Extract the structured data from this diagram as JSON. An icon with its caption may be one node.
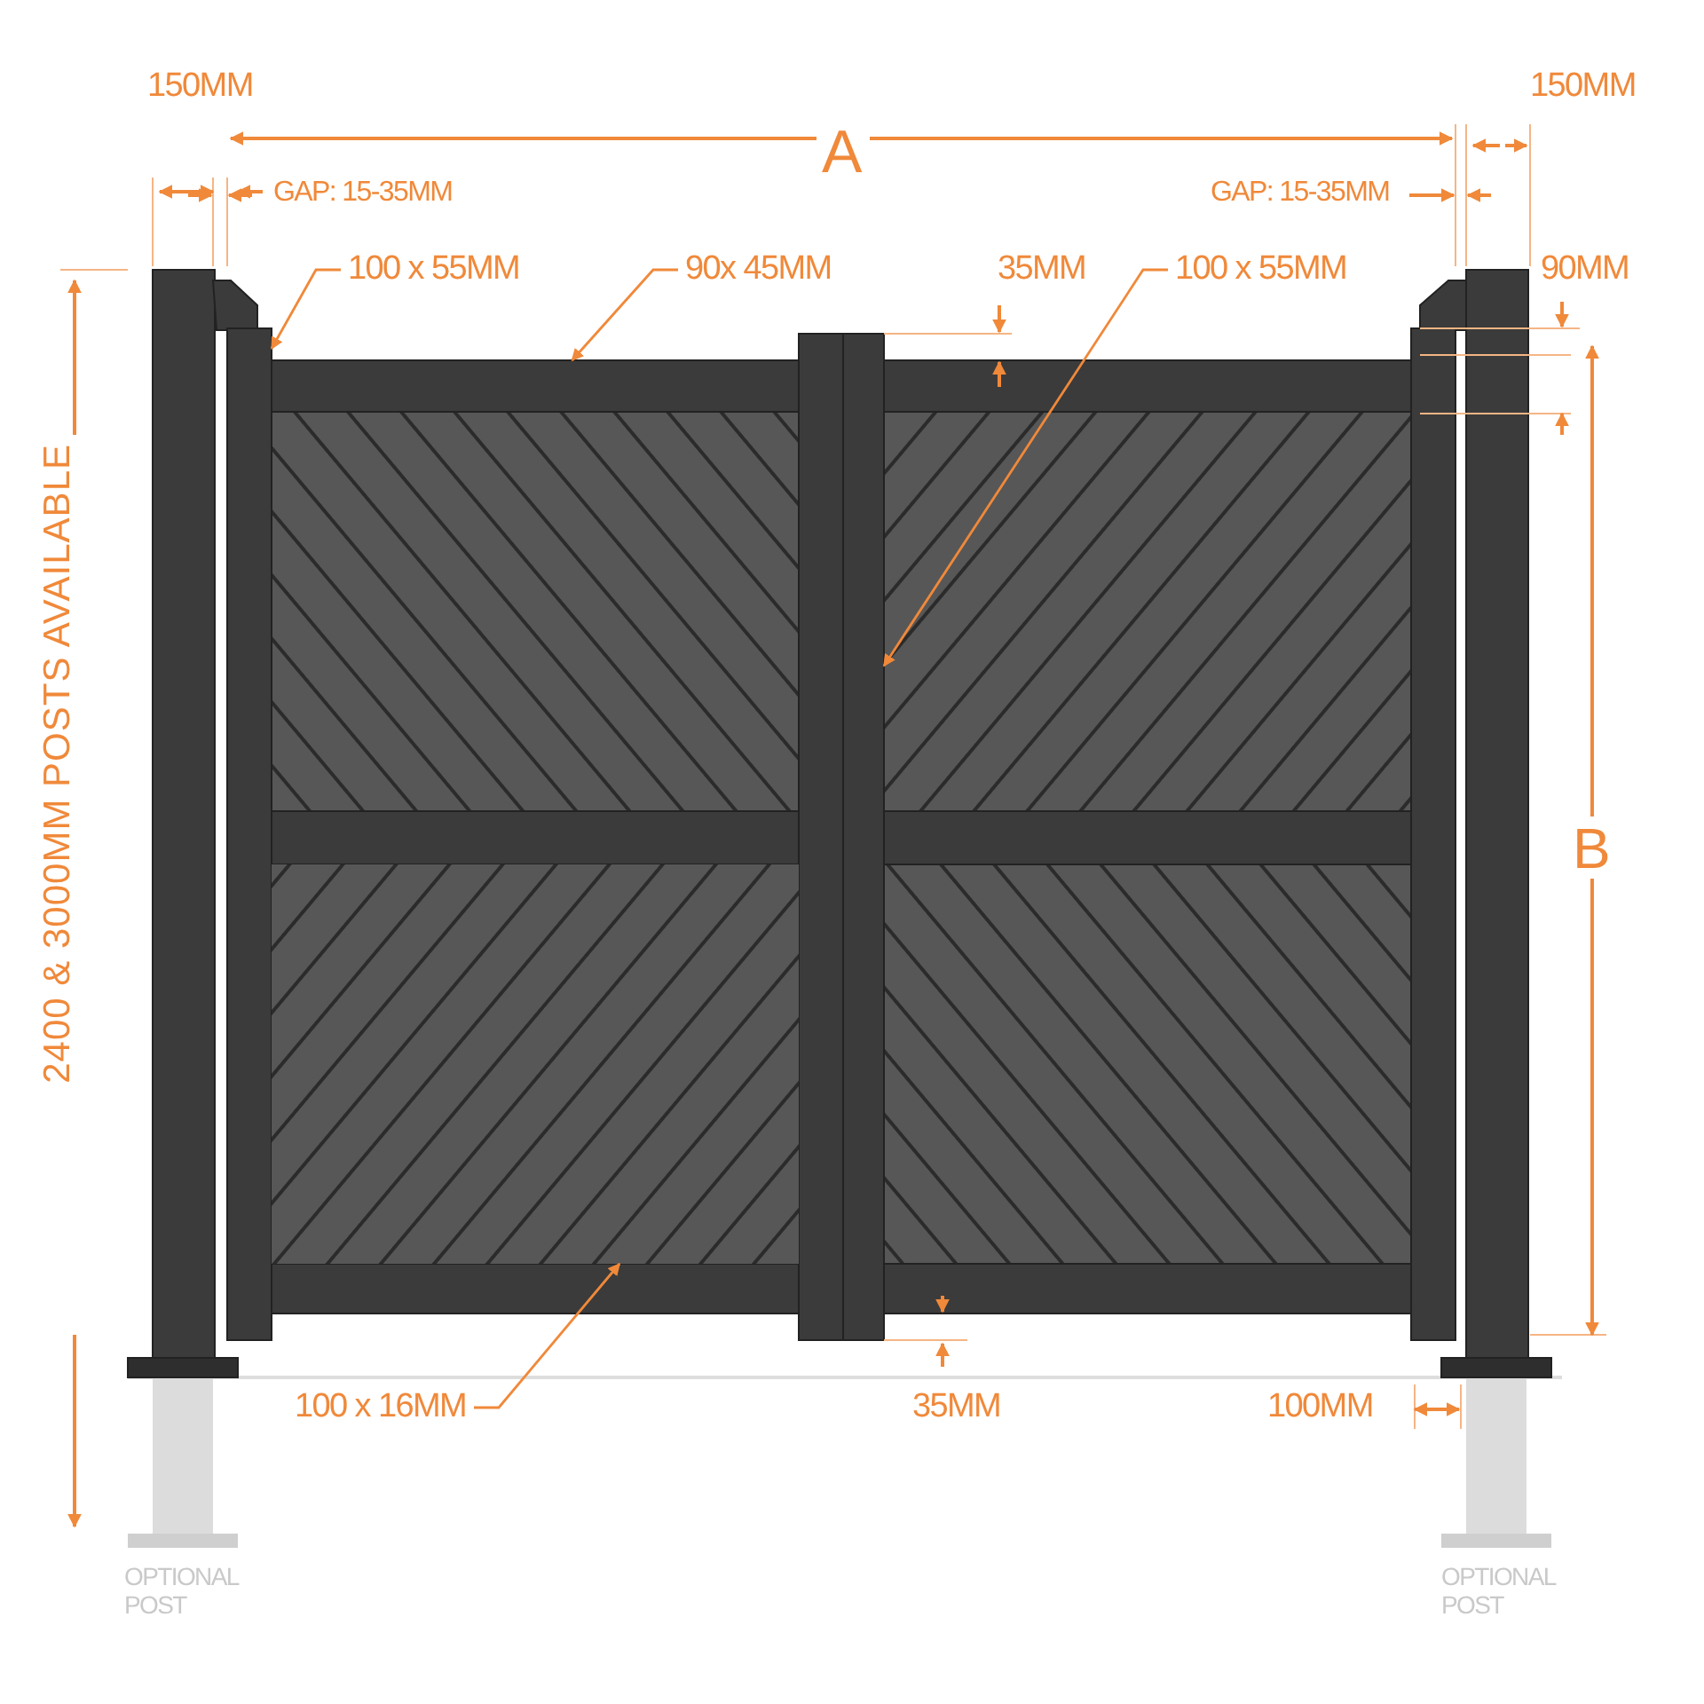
{
  "diagram": {
    "nodes": [
      {
        "text": [
          "100 x 55MM"
        ]
      },
      {
        "text": [
          "90x 45MM"
        ]
      },
      {
        "text": [
          "100 x 55MM"
        ]
      },
      {
        "text": [
          "100 x 16MM"
        ]
      },
      {
        "text": [],
        "shape": "bar"
      },
      {
        "text": [],
        "shape": "bar"
      },
      {
        "text": [],
        "shape": "bar"
      },
      {
        "text": [],
        "shape": "box"
      }
    ],
    "edges": [
      {
        "from": 0,
        "to": 4,
        "arrow": "to"
      },
      {
        "from": 1,
        "to": 5,
        "arrow": "to"
      },
      {
        "from": 2,
        "to": 6,
        "arrow": "to"
      },
      {
        "from": 3,
        "to": 7,
        "arrow": "to"
      }
    ],
    "labels": [
      "150MM",
      "A",
      "150MM",
      "GAP: 15-35MM",
      "GAP: 15-35MM",
      "35MM",
      "90MM",
      "B",
      "2400 & 3000MM POSTS AVAILABLE",
      "35MM",
      "100MM",
      "OPTIONAL POST",
      "OPTIONAL POST"
    ]
  }
}
